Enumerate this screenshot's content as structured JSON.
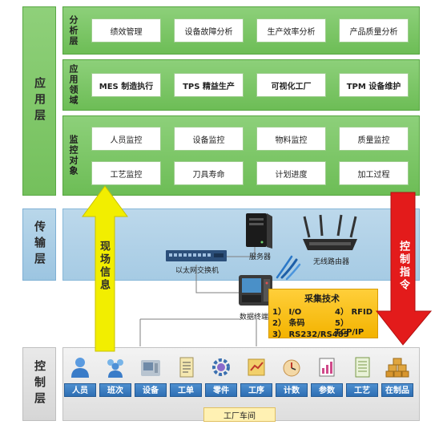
{
  "layers": {
    "application": "应用层",
    "transport": "传输层",
    "control": "控制层"
  },
  "rows": [
    {
      "title": "分析层",
      "cells": [
        "绩效管理",
        "设备故障分析",
        "生产效率分析",
        "产品质量分析"
      ]
    },
    {
      "title": "应用领域",
      "cells": [
        "MES 制造执行",
        "TPS 精益生产",
        "可视化工厂",
        "TPM 设备维护"
      ]
    },
    {
      "title": "监控对象",
      "cells": [
        "人员监控",
        "设备监控",
        "物料监控",
        "质量监控",
        "工艺监控",
        "刀具寿命",
        "计划进度",
        "加工过程"
      ]
    }
  ],
  "transport": {
    "server": "服务器",
    "router": "无线路由器",
    "switch": "以太网交换机",
    "terminal": "数据终端"
  },
  "arrows": {
    "up": "现场信息",
    "down": "控制指令",
    "up_color": "#f2ee00",
    "down_color": "#e31b1b"
  },
  "collection": {
    "title": "采集技术",
    "items": [
      "1） I/O",
      "4） RFID",
      "2） 条码",
      "5） TCP/IP",
      "3） RS232/RS485"
    ]
  },
  "devices": [
    {
      "label": "人员",
      "icon": "person-icon"
    },
    {
      "label": "班次",
      "icon": "team-icon"
    },
    {
      "label": "设备",
      "icon": "machine-icon"
    },
    {
      "label": "工单",
      "icon": "document-icon"
    },
    {
      "label": "零件",
      "icon": "gear-icon"
    },
    {
      "label": "工序",
      "icon": "process-icon"
    },
    {
      "label": "计数",
      "icon": "counter-icon"
    },
    {
      "label": "参数",
      "icon": "chart-icon"
    },
    {
      "label": "工艺",
      "icon": "notebook-icon"
    },
    {
      "label": "在制品",
      "icon": "boxes-icon"
    }
  ],
  "factory": "工厂车间",
  "colors": {
    "green": "#74c05c",
    "blue": "#a6cbe4",
    "device_button": "#2e6fb3",
    "info_box": "#f3b300"
  }
}
